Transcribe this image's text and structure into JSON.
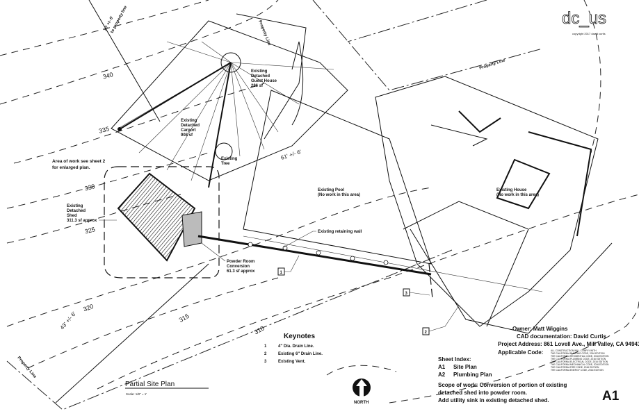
{
  "logo": {
    "text": "dc_us",
    "copyright": "copyright 2017 david curtis"
  },
  "sheet_number": "A1",
  "title": {
    "name": "Partial Site Plan",
    "scale": "Scale: 1/8\" = 1'"
  },
  "north_label": "NORTH",
  "contours": [
    "340",
    "335",
    "330",
    "325",
    "320",
    "315",
    "310"
  ],
  "dimensions": {
    "to_property": "10' +/- 6'",
    "to_property_sub": "to property line",
    "bottom": "43' +/- 6'",
    "pool": "61' +/- 6'"
  },
  "property_line_label": "Property Line",
  "labels": {
    "area_of_work": [
      "Area of work see sheet 2",
      "for enlarged plan."
    ],
    "shed": [
      "Existing",
      "Detached",
      "Shed",
      "311.3 sf approx"
    ],
    "guest_house": [
      "Existing",
      "Detached",
      "Guest House",
      "286 sf"
    ],
    "carport": [
      "Existing",
      "Detached",
      "Carport",
      "908 sf"
    ],
    "tree": [
      "Existing",
      "Tree"
    ],
    "pool": [
      "Existing Pool",
      "(No work in this area)"
    ],
    "house": [
      "Existing House",
      "(No work in this area)"
    ],
    "retaining_wall": "Existing retaining wall",
    "powder_room": [
      "Powder Room",
      "Conversion",
      "61.3 sf approx"
    ]
  },
  "callouts": [
    "1",
    "2",
    "3"
  ],
  "keynotes": {
    "title": "Keynotes",
    "items": [
      {
        "num": "1",
        "text": "4\" Dia. Drain Line."
      },
      {
        "num": "2",
        "text": "Existing 6\" Drain Line."
      },
      {
        "num": "3",
        "text": "Existing Vent."
      }
    ]
  },
  "project": {
    "owner": "Owner: Matt Wiggins",
    "cad": "CAD documentation: David Curtis",
    "address": "Project Address: 861 Lovell Ave., Mill Valley, CA 94941",
    "code_label": "Applicable Code:",
    "codes": [
      "ALL CONSTRUCTION WILL COMPLY WITH",
      "THE CALIFORNIA BUILDING CODE, 2016 EDITION",
      "THE CALIFORNIA RESIDENTIAL CODE, 2016 EDITION",
      "THE CALIFORNIA PLUMBING CODE, 2016 EDITION",
      "THE CALIFORNIA ELECTRICAL CODE, 2016 EDITION",
      "THE CALIFORNIA MECHANICAL CODE, 2016 EDITION",
      "THE CALIFORNIA FIRE CODE, 2016 EDITION",
      "THE CALIFORNIA ENERGY CODE, 2016 EDITION"
    ]
  },
  "sheet_index": {
    "title": "Sheet Index:",
    "items": [
      {
        "id": "A1",
        "name": "Site Plan"
      },
      {
        "id": "A2",
        "name": "Plumbing Plan"
      }
    ]
  },
  "scope": [
    "Scope of work: Conversion of portion of existing",
    "detached shed into powder room.",
    "Add utility sink in existing detached shed."
  ]
}
